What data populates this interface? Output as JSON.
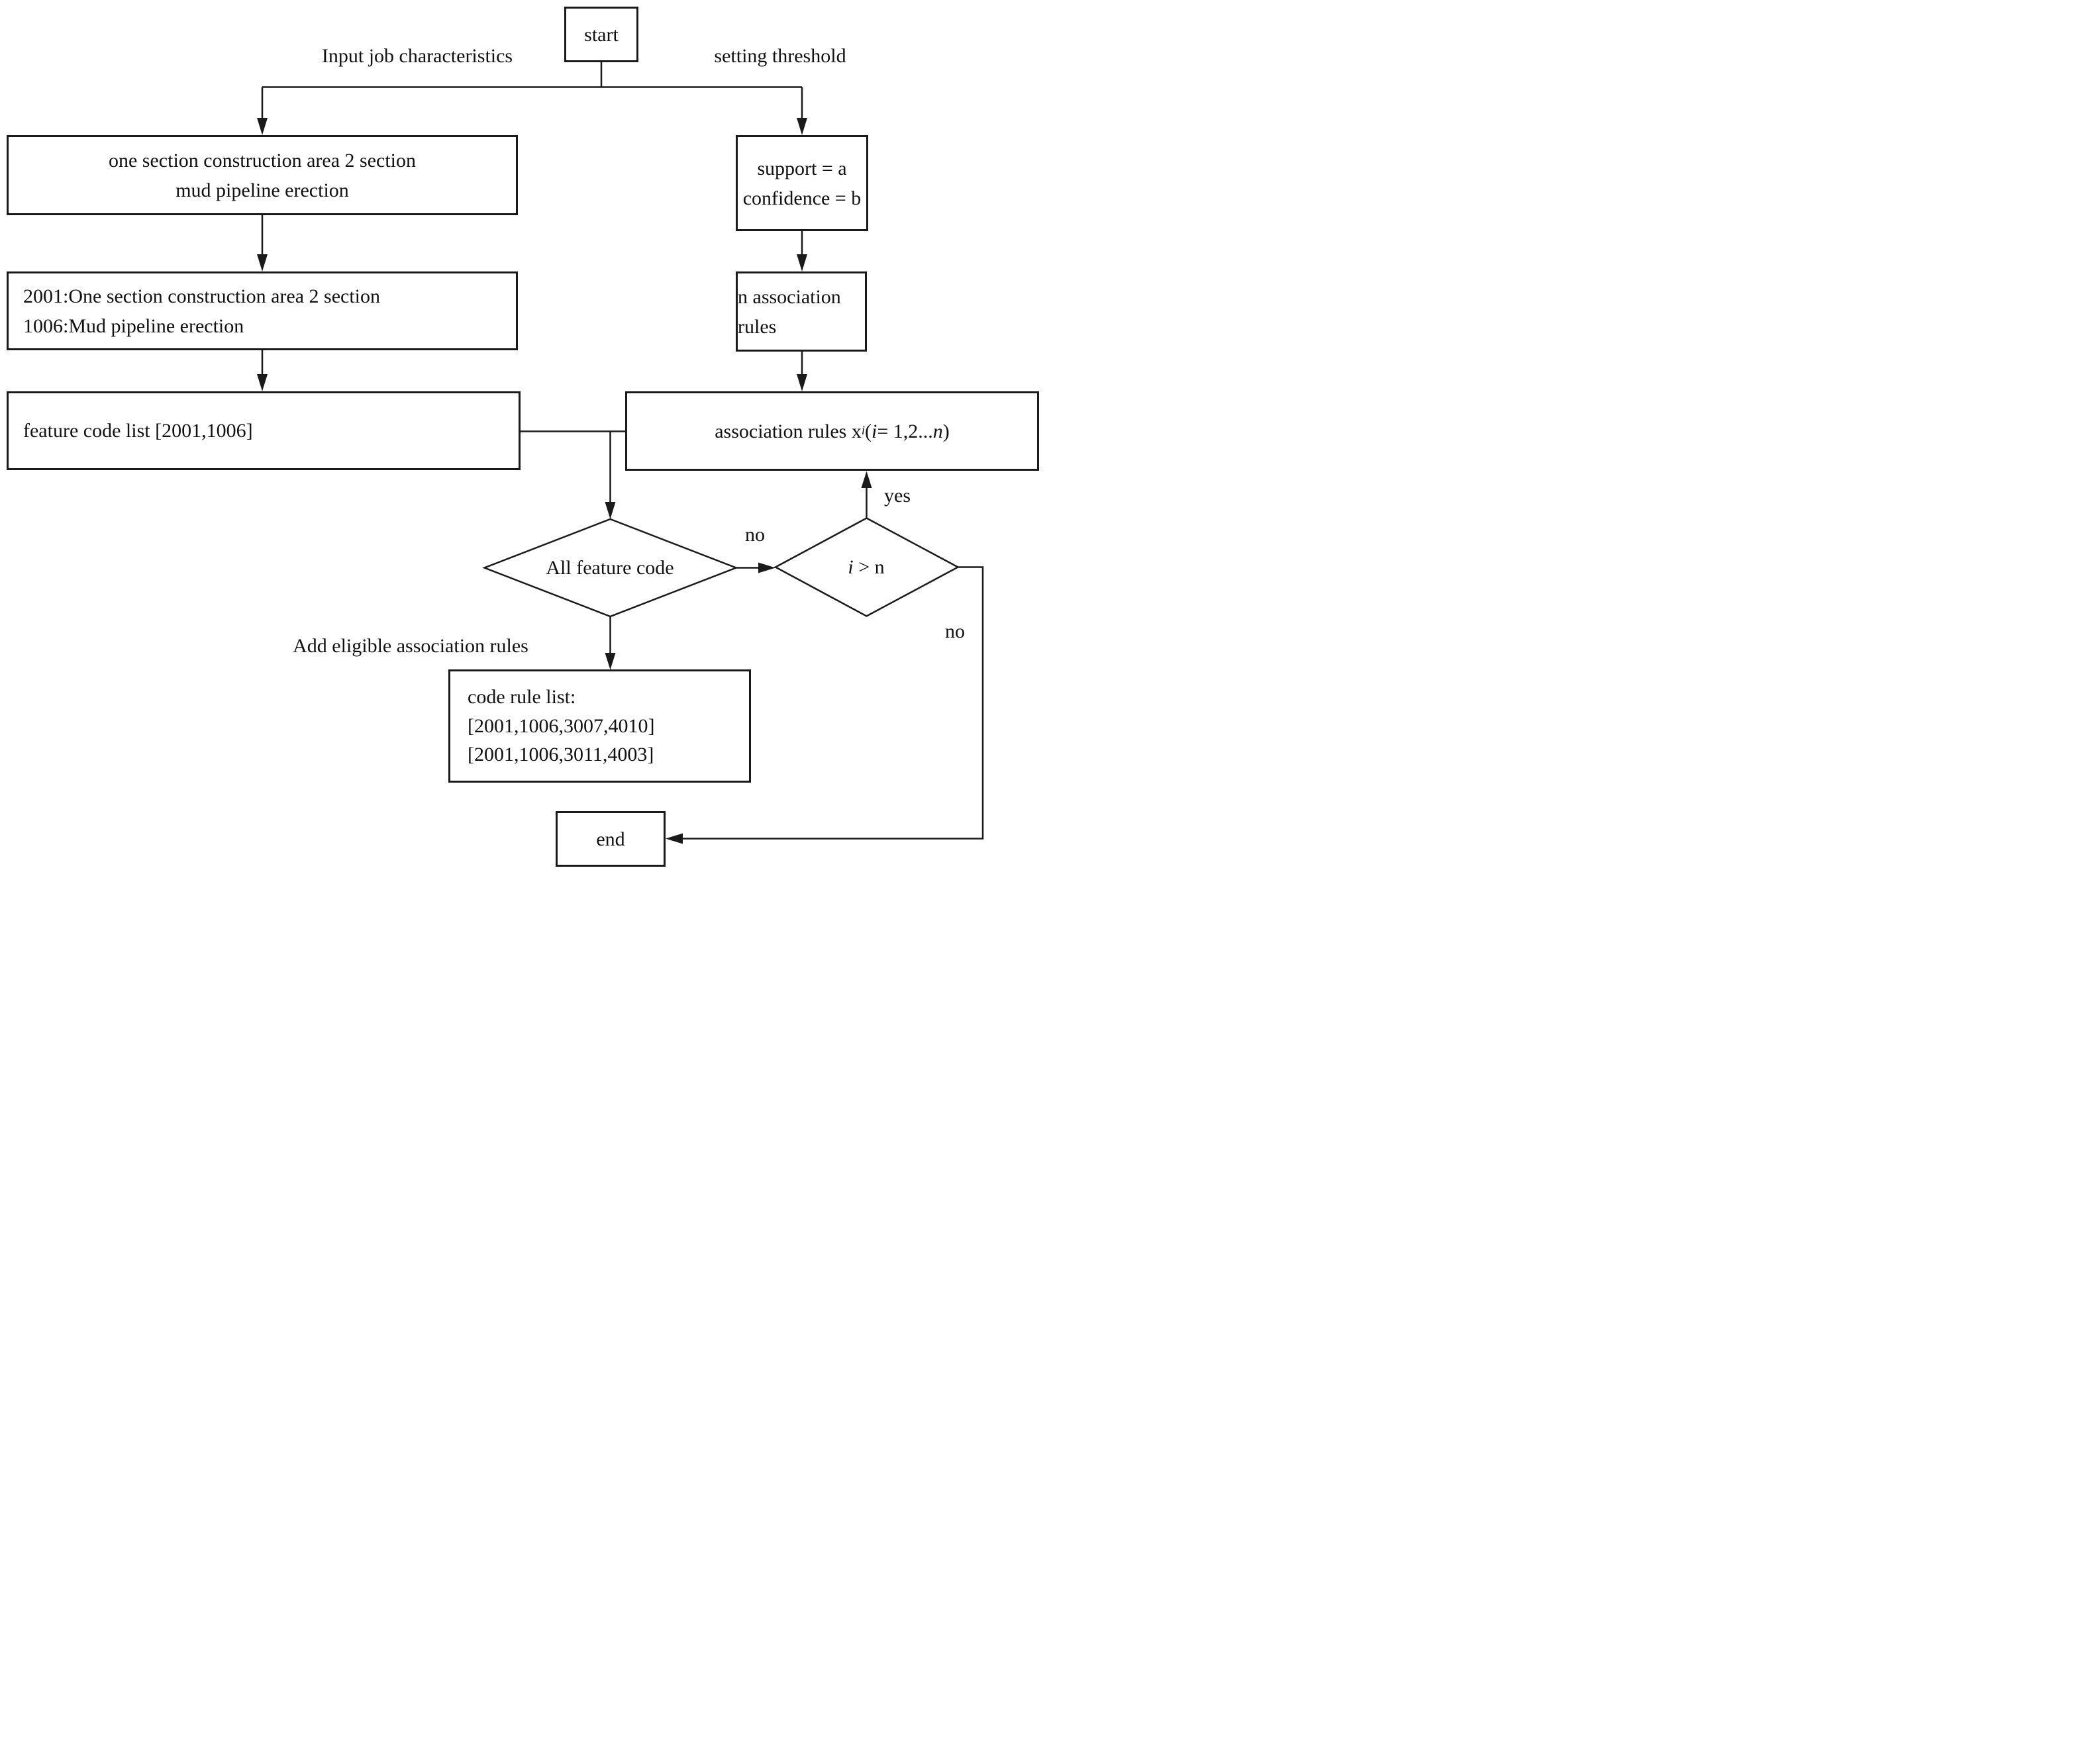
{
  "diagram": {
    "type": "flowchart",
    "colors": {
      "line": "#1a1a1a",
      "background": "#ffffff",
      "text": "#111111"
    },
    "nodes": {
      "start": "start",
      "job": {
        "line1": "one section construction area 2 section",
        "line2": "mud pipeline erection"
      },
      "codes": {
        "line1": "2001:One section construction area 2 section",
        "line2": "1006:Mud pipeline erection"
      },
      "feature_list": "feature code list [2001,1006]",
      "threshold": {
        "line1": "support = a",
        "line2": "confidence = b"
      },
      "n_rules": "n association rules",
      "assoc": {
        "prefix": "association rules x",
        "sub": "i",
        "paren_open": "(",
        "var_i": "i",
        "mid": " = 1,2...",
        "var_n": "n",
        "paren_close": ")"
      },
      "decision_all_feature": "All feature code",
      "decision_i_gt_n": {
        "var_i": "i",
        "op": " > ",
        "var_n": "n"
      },
      "code_rule_list": {
        "line1": "code rule list:",
        "line2": "[2001,1006,3007,4010]",
        "line3": "[2001,1006,3011,4003]"
      },
      "end": "end"
    },
    "labels": {
      "input_job": "Input job characteristics",
      "setting_threshold": "setting threshold",
      "no_mid": "no",
      "yes": "yes",
      "no_right": "no",
      "add_eligible": "Add eligible association rules"
    }
  }
}
